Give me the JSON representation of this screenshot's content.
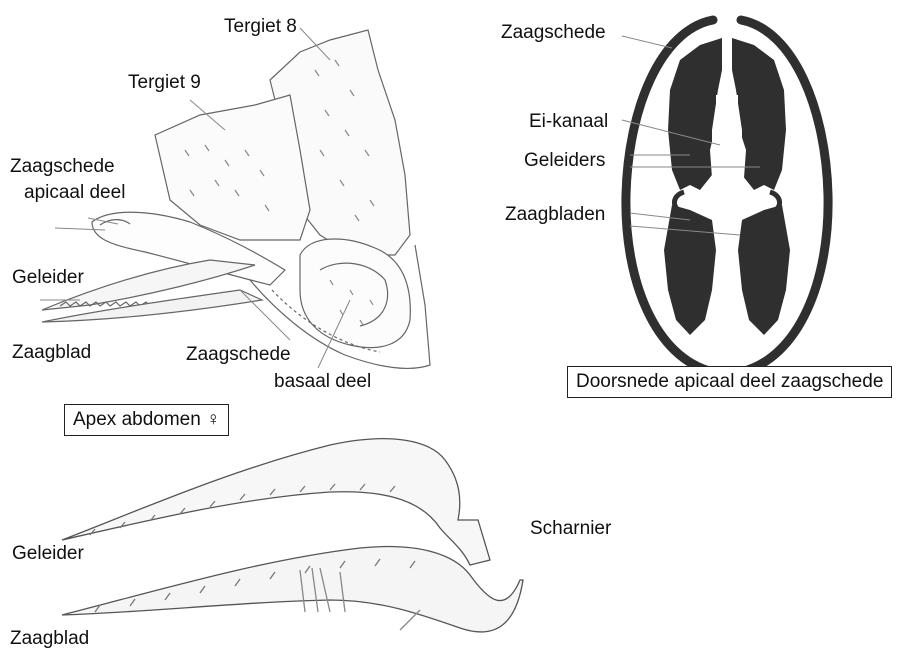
{
  "left_figure": {
    "labels": {
      "tergiet8": "Tergiet 8",
      "tergiet9": "Tergiet 9",
      "zaagschede_apicaal_1": "Zaagschede",
      "zaagschede_apicaal_2": "apicaal deel",
      "geleider": "Geleider",
      "zaagblad": "Zaagblad",
      "zaagschede_basaal_1": "Zaagschede",
      "zaagschede_basaal_2": "basaal deel"
    },
    "caption": "Apex abdomen ♀"
  },
  "right_figure": {
    "labels": {
      "zaagschede": "Zaagschede",
      "eikanaal": "Ei-kanaal",
      "geleiders": "Geleiders",
      "zaagbladen": "Zaagbladen"
    },
    "caption": "Doorsnede apicaal deel zaagschede"
  },
  "bottom_figure": {
    "labels": {
      "geleider": "Geleider",
      "scharnier": "Scharnier",
      "zaagblad": "Zaagblad"
    }
  },
  "colors": {
    "ink": "#111111",
    "section_fill": "#2f2f2f",
    "sketch": "#666666",
    "leader": "#888888"
  }
}
